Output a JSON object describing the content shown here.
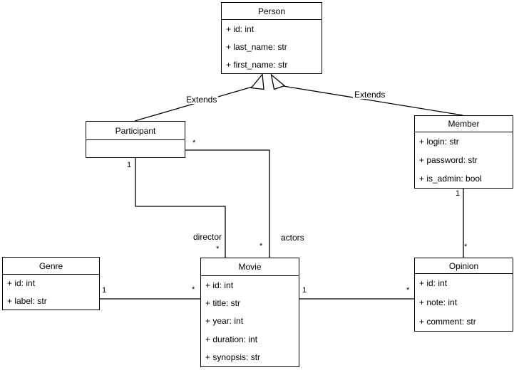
{
  "classes": [
    {
      "name": "Person",
      "attrs": [
        "+ id: int",
        "+ last_name: str",
        "+ first_name: str"
      ]
    },
    {
      "name": "Participant",
      "attrs": []
    },
    {
      "name": "Member",
      "attrs": [
        "+ login: str",
        "+ password: str",
        "+ is_admin: bool"
      ]
    },
    {
      "name": "Genre",
      "attrs": [
        "+ id: int",
        "+ label: str"
      ]
    },
    {
      "name": "Movie",
      "attrs": [
        "+ id: int",
        "+ title: str",
        "+ year: int",
        "+ duration: int",
        "+ synopsis: str"
      ]
    },
    {
      "name": "Opinion",
      "attrs": [
        "+ id: int",
        "+ note: int",
        "+ comment: str"
      ]
    }
  ],
  "relations": {
    "extends_left_label": "Extends",
    "extends_right_label": "Extends",
    "director_label": "director",
    "actors_label": "actors"
  },
  "multiplicities": {
    "participant_actors": "*",
    "participant_director": "1",
    "movie_director": "*",
    "movie_actors": "*",
    "genre_side": "1",
    "movie_genre_side": "*",
    "movie_opinion_side": "1",
    "opinion_movie_side": "*",
    "member_side": "1",
    "opinion_member_side": "*"
  },
  "colors": {
    "stroke": "#000000",
    "fill": "#ffffff"
  }
}
